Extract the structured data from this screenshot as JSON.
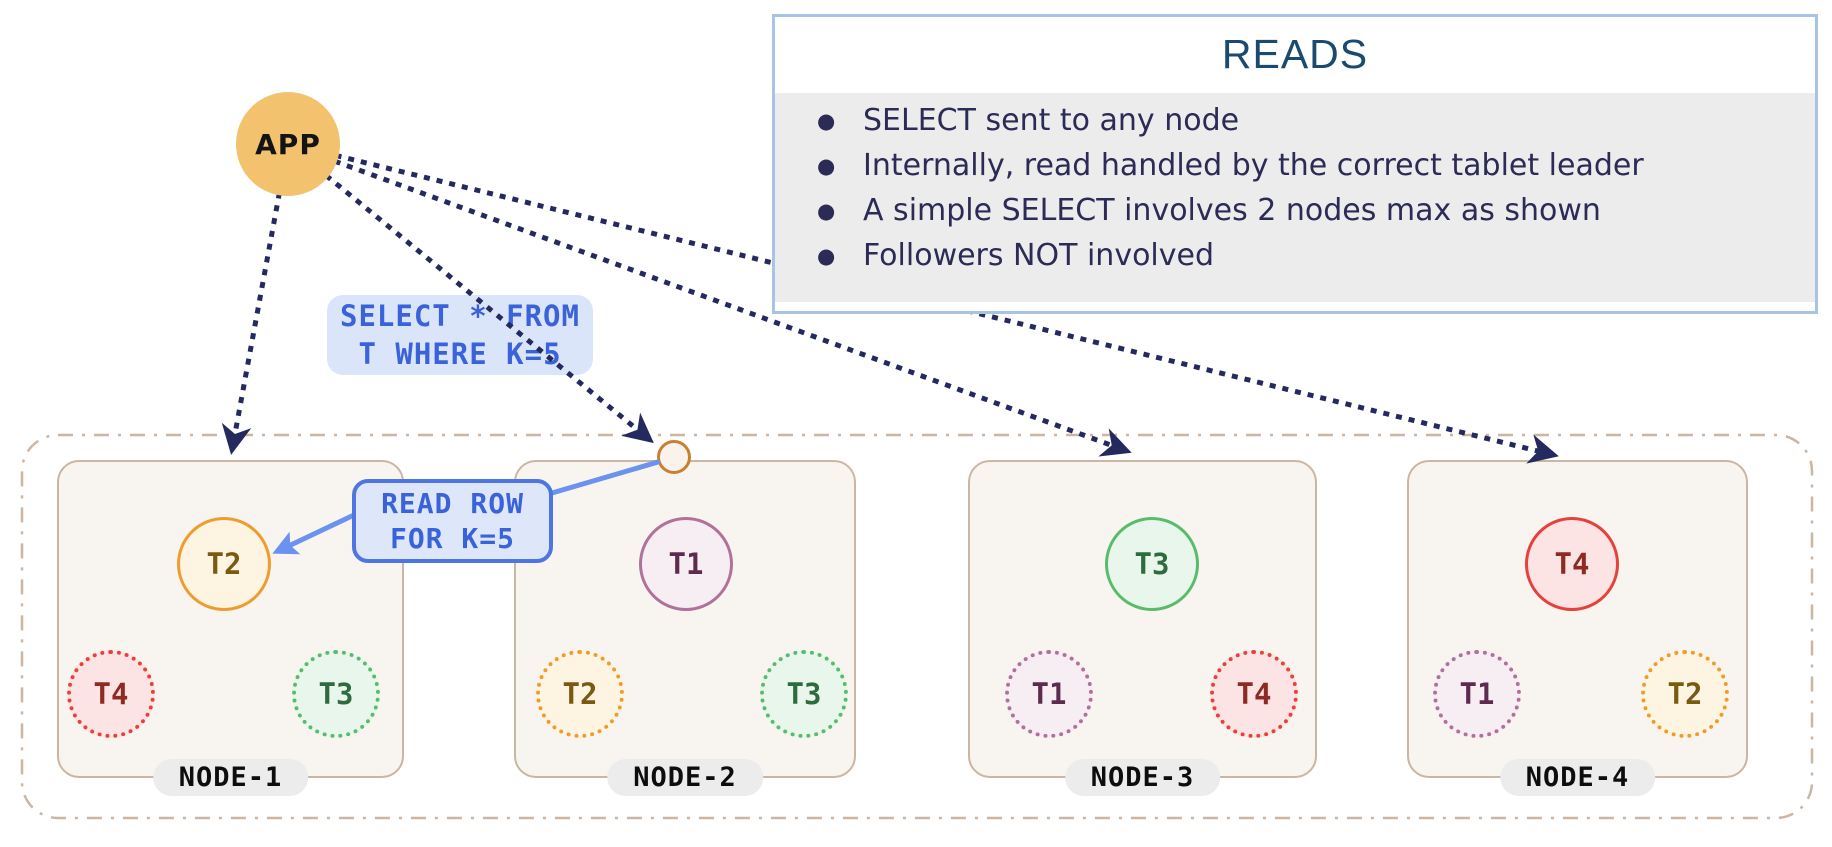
{
  "app": {
    "label": "APP"
  },
  "reads_panel": {
    "title": "READS",
    "bullet_glyph": "●",
    "bullets": [
      "SELECT sent to any node",
      "Internally, read handled by the correct tablet leader",
      "A simple SELECT involves 2 nodes max as shown",
      "Followers NOT involved"
    ]
  },
  "select_label": {
    "line1": "SELECT * FROM",
    "line2": "T WHERE K=5"
  },
  "read_row_label": {
    "line1": "READ ROW",
    "line2": "FOR K=5"
  },
  "nodes": [
    {
      "name": "NODE-1",
      "leader": {
        "id": "T2",
        "color": "orange"
      },
      "followers": [
        {
          "id": "T4",
          "color": "red"
        },
        {
          "id": "T3",
          "color": "green"
        }
      ]
    },
    {
      "name": "NODE-2",
      "leader": {
        "id": "T1",
        "color": "purple"
      },
      "followers": [
        {
          "id": "T2",
          "color": "orange"
        },
        {
          "id": "T3",
          "color": "green"
        }
      ]
    },
    {
      "name": "NODE-3",
      "leader": {
        "id": "T3",
        "color": "green"
      },
      "followers": [
        {
          "id": "T1",
          "color": "purple"
        },
        {
          "id": "T4",
          "color": "red"
        }
      ]
    },
    {
      "name": "NODE-4",
      "leader": {
        "id": "T4",
        "color": "red"
      },
      "followers": [
        {
          "id": "T1",
          "color": "purple"
        },
        {
          "id": "T2",
          "color": "orange"
        }
      ]
    }
  ],
  "colors": {
    "app_fill": "#F2C26F",
    "arrow_dark": "#252A5E",
    "arrow_blue": "#6A92EE",
    "label_blue_text": "#3A63DA",
    "label_blue_bg": "#DBE5F9",
    "read_row_border": "#4E76E3",
    "reads_border": "#A9C3E4",
    "reads_title": "#1A4A6E",
    "reads_text": "#2B2B55",
    "reads_body_bg": "#ECECEC",
    "node_bg": "#F8F5F1",
    "node_border": "#CBB6A1",
    "outer_border": "#CCB6A2",
    "badge_bg": "#ECECEC",
    "tablet_orange": "#ED9D2F",
    "tablet_red": "#E6413A",
    "tablet_green": "#59BC6C",
    "tablet_purple": "#B0719A"
  }
}
